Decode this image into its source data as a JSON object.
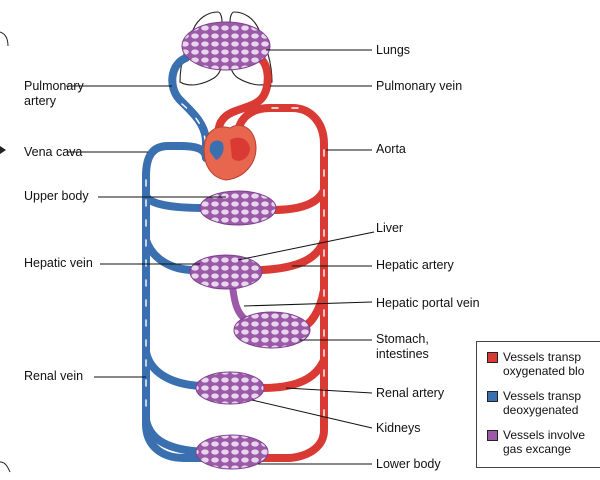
{
  "labels": {
    "lungs": "Lungs",
    "pulmonary_artery": "Pulmonary\nartery",
    "pulmonary_vein": "Pulmonary vein",
    "vena_cava": "Vena cava",
    "aorta": "Aorta",
    "upper_body": "Upper body",
    "liver": "Liver",
    "hepatic_vein": "Hepatic vein",
    "hepatic_artery": "Hepatic artery",
    "hepatic_portal_vein": "Hepatic portal vein",
    "stomach": "Stomach,\nintestines",
    "renal_vein": "Renal vein",
    "renal_artery": "Renal artery",
    "kidneys": "Kidneys",
    "lower_body": "Lower body"
  },
  "legend": {
    "items": [
      {
        "text": "Vessels transp\noxygenated blo",
        "color": "#d93a34"
      },
      {
        "text": "Vessels transp\ndeoxygenated",
        "color": "#3a6fb0"
      },
      {
        "text": "Vessels involve\ngas excange",
        "color": "#9b59a8"
      }
    ]
  },
  "colors": {
    "artery": "#d93a34",
    "vein": "#3a6fb0",
    "capillary": "#9b59a8",
    "heart": "#e9664e"
  }
}
